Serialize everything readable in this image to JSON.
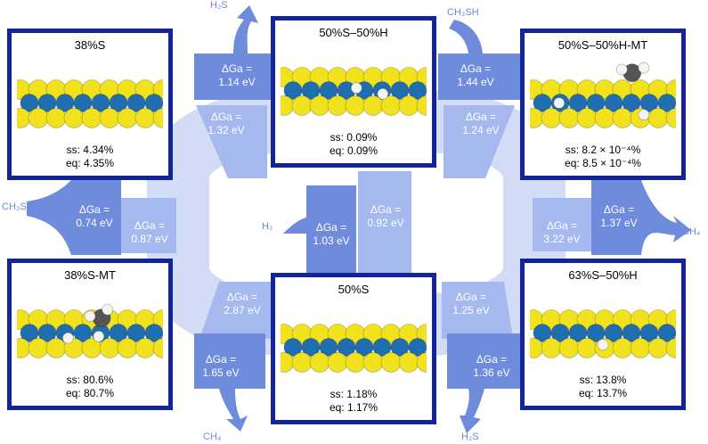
{
  "colors": {
    "frame": "#13239a",
    "arrow_dark": "#6f8bdc",
    "arrow_light": "#a6b9ee",
    "arrow_pale": "#d3dcf6",
    "molecule_text": "#6c88d8",
    "sulfur": "#f2e21d",
    "molybdenum": "#1f6fb0",
    "hydrogen": "#f4f4f4",
    "carbon": "#555555"
  },
  "states": [
    {
      "title": "38%S",
      "ss": "ss: 4.34%",
      "eq": "eq: 4.35%"
    },
    {
      "title": "50%S–50%H",
      "ss": "ss: 0.09%",
      "eq": "eq: 0.09%"
    },
    {
      "title": "50%S–50%H-MT",
      "ss": "ss: 8.2 × 10⁻⁴%",
      "eq": "eq: 8.5 × 10⁻⁴%"
    },
    {
      "title": "38%S-MT",
      "ss": "ss: 80.6%",
      "eq": "eq: 80.7%"
    },
    {
      "title": "50%S",
      "ss": "ss: 1.18%",
      "eq": "eq: 1.17%"
    },
    {
      "title": "63%S–50%H",
      "ss": "ss: 13.8%",
      "eq": "eq: 13.7%"
    }
  ],
  "energies": [
    {
      "label": "ΔGa =",
      "value": "1.14 eV"
    },
    {
      "label": "ΔGa =",
      "value": "1.44 eV"
    },
    {
      "label": "ΔGa =",
      "value": "1.32 eV"
    },
    {
      "label": "ΔGa =",
      "value": "1.24 eV"
    },
    {
      "label": "ΔGa =",
      "value": "0.74 eV"
    },
    {
      "label": "ΔGa =",
      "value": "0.87 eV"
    },
    {
      "label": "ΔGa =",
      "value": "0.92 eV"
    },
    {
      "label": "ΔGa =",
      "value": "1.03 eV"
    },
    {
      "label": "ΔGa =",
      "value": "3.22 eV"
    },
    {
      "label": "ΔGa =",
      "value": "1.37 eV"
    },
    {
      "label": "ΔGa =",
      "value": "2.87 eV"
    },
    {
      "label": "ΔGa =",
      "value": "1.25 eV"
    },
    {
      "label": "ΔGa =",
      "value": "1.65 eV"
    },
    {
      "label": "ΔGa =",
      "value": "1.36 eV"
    }
  ],
  "molecules": {
    "h2s_top": "H₂S",
    "ch3sh_top": "CH₃SH",
    "ch3sh_left": "CH₃SH",
    "h2": "H₂",
    "ch4_right": "CH₄",
    "ch4_bottom": "CH₄",
    "h2s_bottom": "H₂S"
  }
}
